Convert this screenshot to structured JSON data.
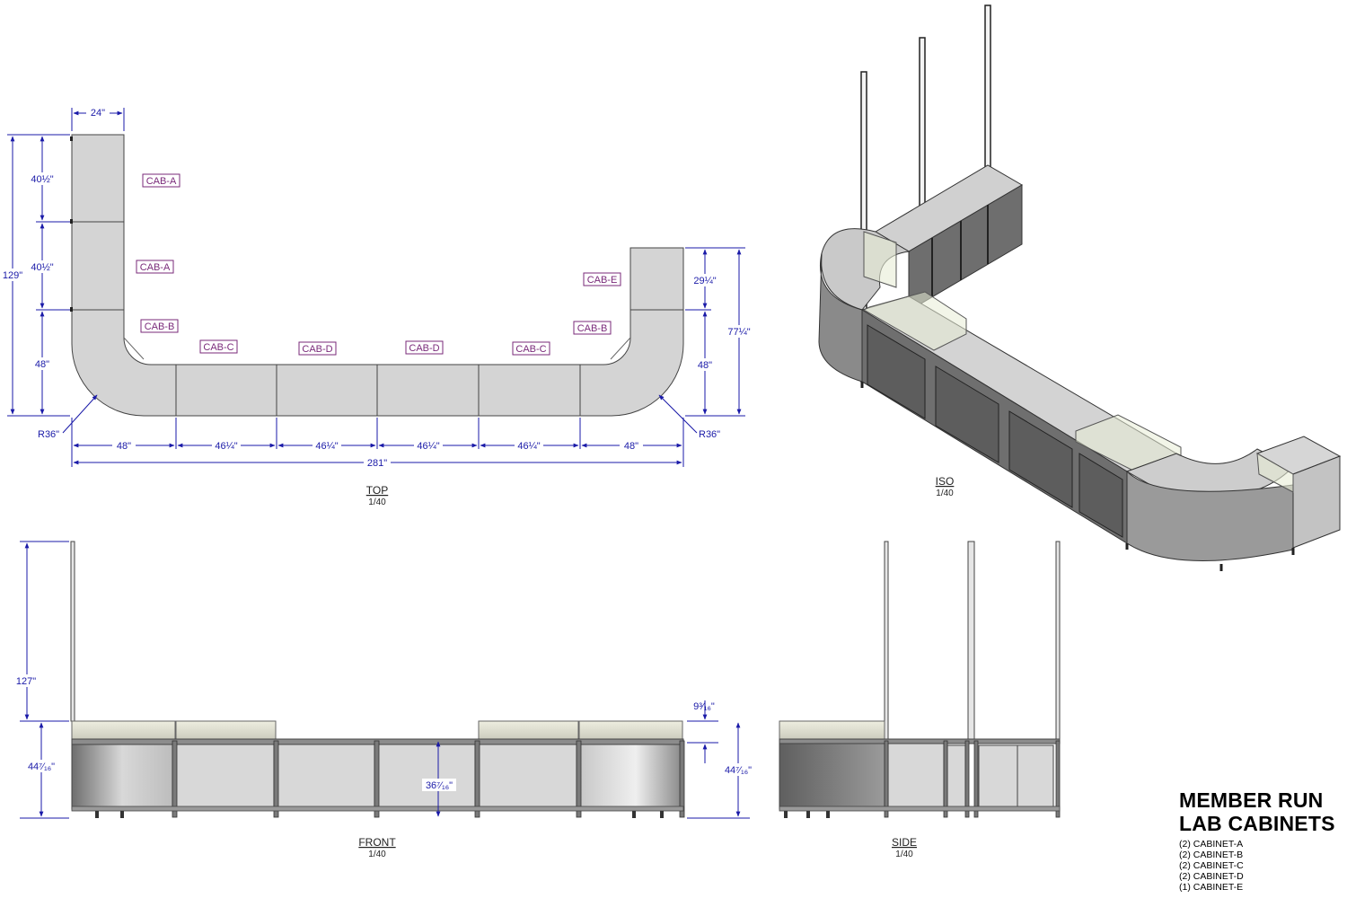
{
  "title": {
    "line1": "MEMBER RUN",
    "line2": "LAB CABINETS"
  },
  "cabinet_list": [
    "(2) CABINET-A",
    "(2) CABINET-B",
    "(2) CABINET-C",
    "(2) CABINET-D",
    "(1) CABINET-E"
  ],
  "views": {
    "top": {
      "name": "TOP",
      "scale": "1/40"
    },
    "iso": {
      "name": "ISO",
      "scale": "1/40"
    },
    "front": {
      "name": "FRONT",
      "scale": "1/40"
    },
    "side": {
      "name": "SIDE",
      "scale": "1/40"
    }
  },
  "top_tags": {
    "cab_a_1": "CAB-A",
    "cab_a_2": "CAB-A",
    "cab_b_left": "CAB-B",
    "cab_c_left": "CAB-C",
    "cab_d_1": "CAB-D",
    "cab_d_2": "CAB-D",
    "cab_c_right": "CAB-C",
    "cab_b_right": "CAB-B",
    "cab_e": "CAB-E"
  },
  "top_dims": {
    "width_top": "24\"",
    "left_a1": "40½\"",
    "left_a2": "40½\"",
    "left_b": "48\"",
    "left_total": "129\"",
    "radius_left": "R36\"",
    "radius_right": "R36\"",
    "bottom_1": "48\"",
    "bottom_2": "46¼\"",
    "bottom_3": "46¼\"",
    "bottom_4": "46¼\"",
    "bottom_5": "46¼\"",
    "bottom_6": "48\"",
    "overall": "281\"",
    "right_e": "29¼\"",
    "right_b": "48\"",
    "right_total": "77¼\""
  },
  "front_dims": {
    "total_height": "127\"",
    "cabinet_height_left": "44⁷⁄₁₆\"",
    "door_height": "36⁷⁄₁₆\"",
    "glass_height": "9³⁄₁₆\"",
    "cabinet_height_right": "44⁷⁄₁₆\""
  },
  "colors": {
    "dimension": "#1a1aa8",
    "tag": "#7a2a7a",
    "cabinet_fill": "#d4d4d4",
    "frame": "#555555"
  }
}
